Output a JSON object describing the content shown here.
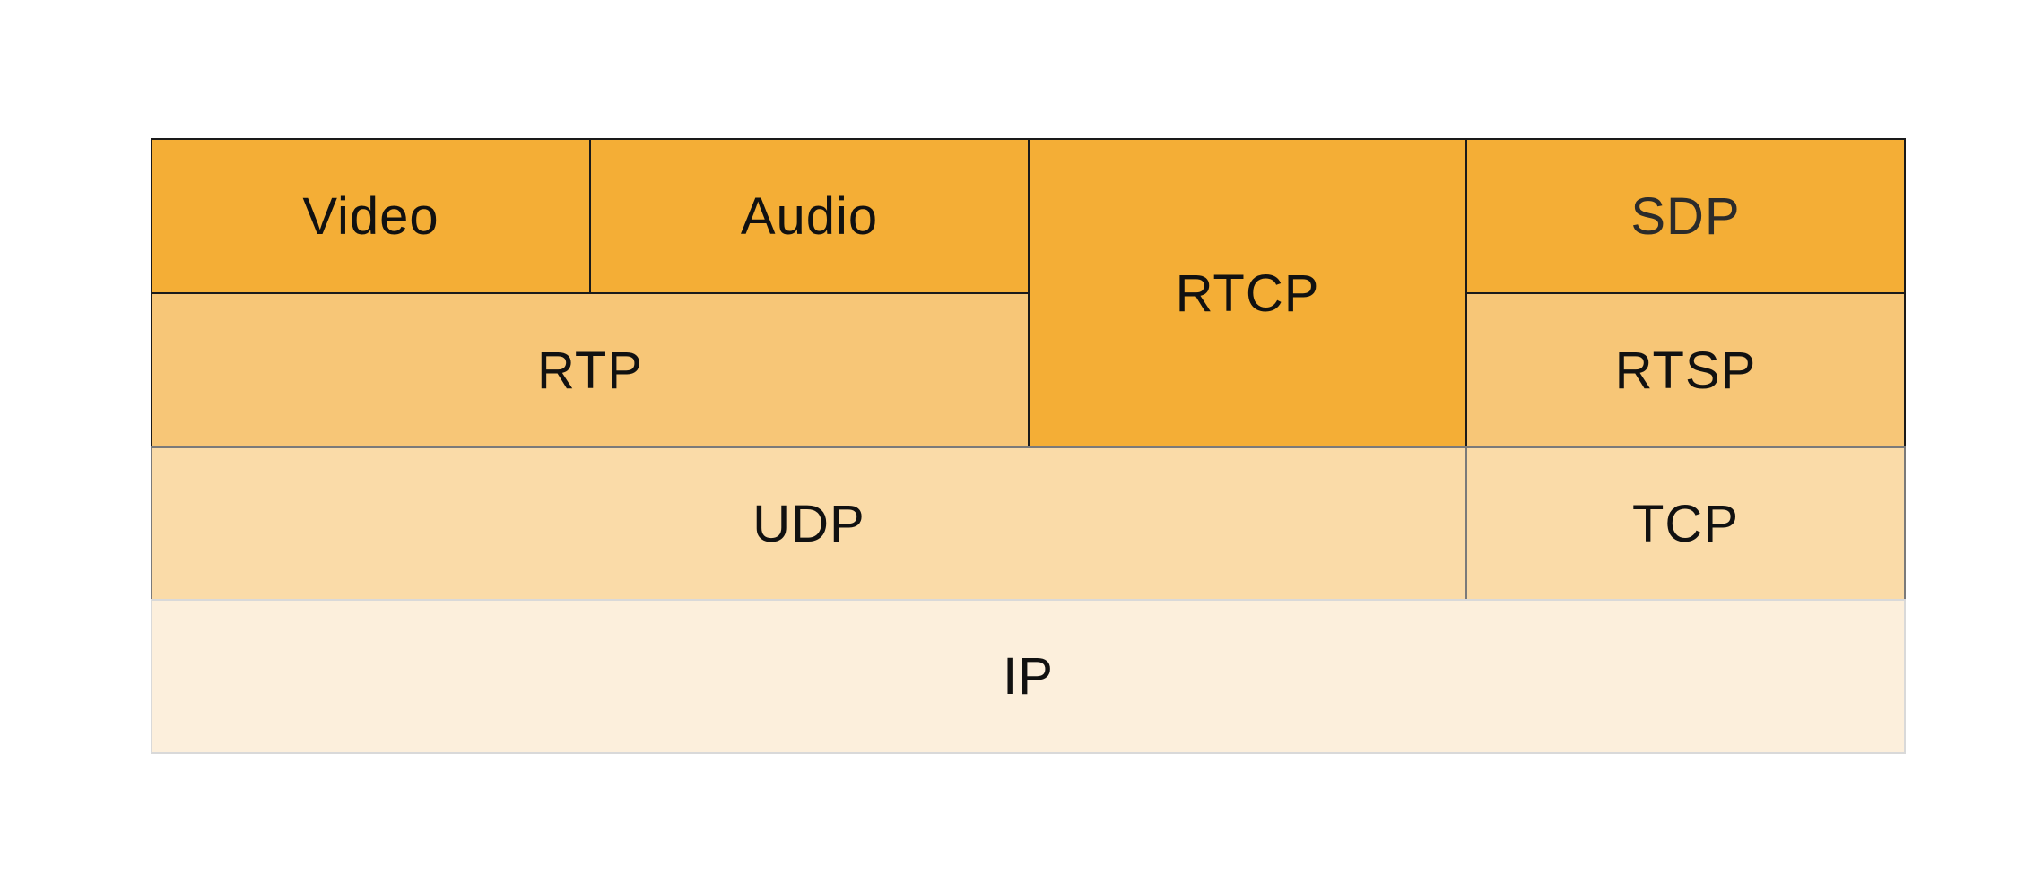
{
  "diagram": {
    "layers": {
      "video": "Video",
      "audio": "Audio",
      "rtcp": "RTCP",
      "sdp": "SDP",
      "rtp": "RTP",
      "rtsp": "RTSP",
      "udp": "UDP",
      "tcp": "TCP",
      "ip": "IP"
    }
  },
  "colors": {
    "application_layer": "#f4ae36",
    "session_layer": "#f7c677",
    "transport_layer": "#fadba8",
    "network_layer": "#fcefdc"
  }
}
